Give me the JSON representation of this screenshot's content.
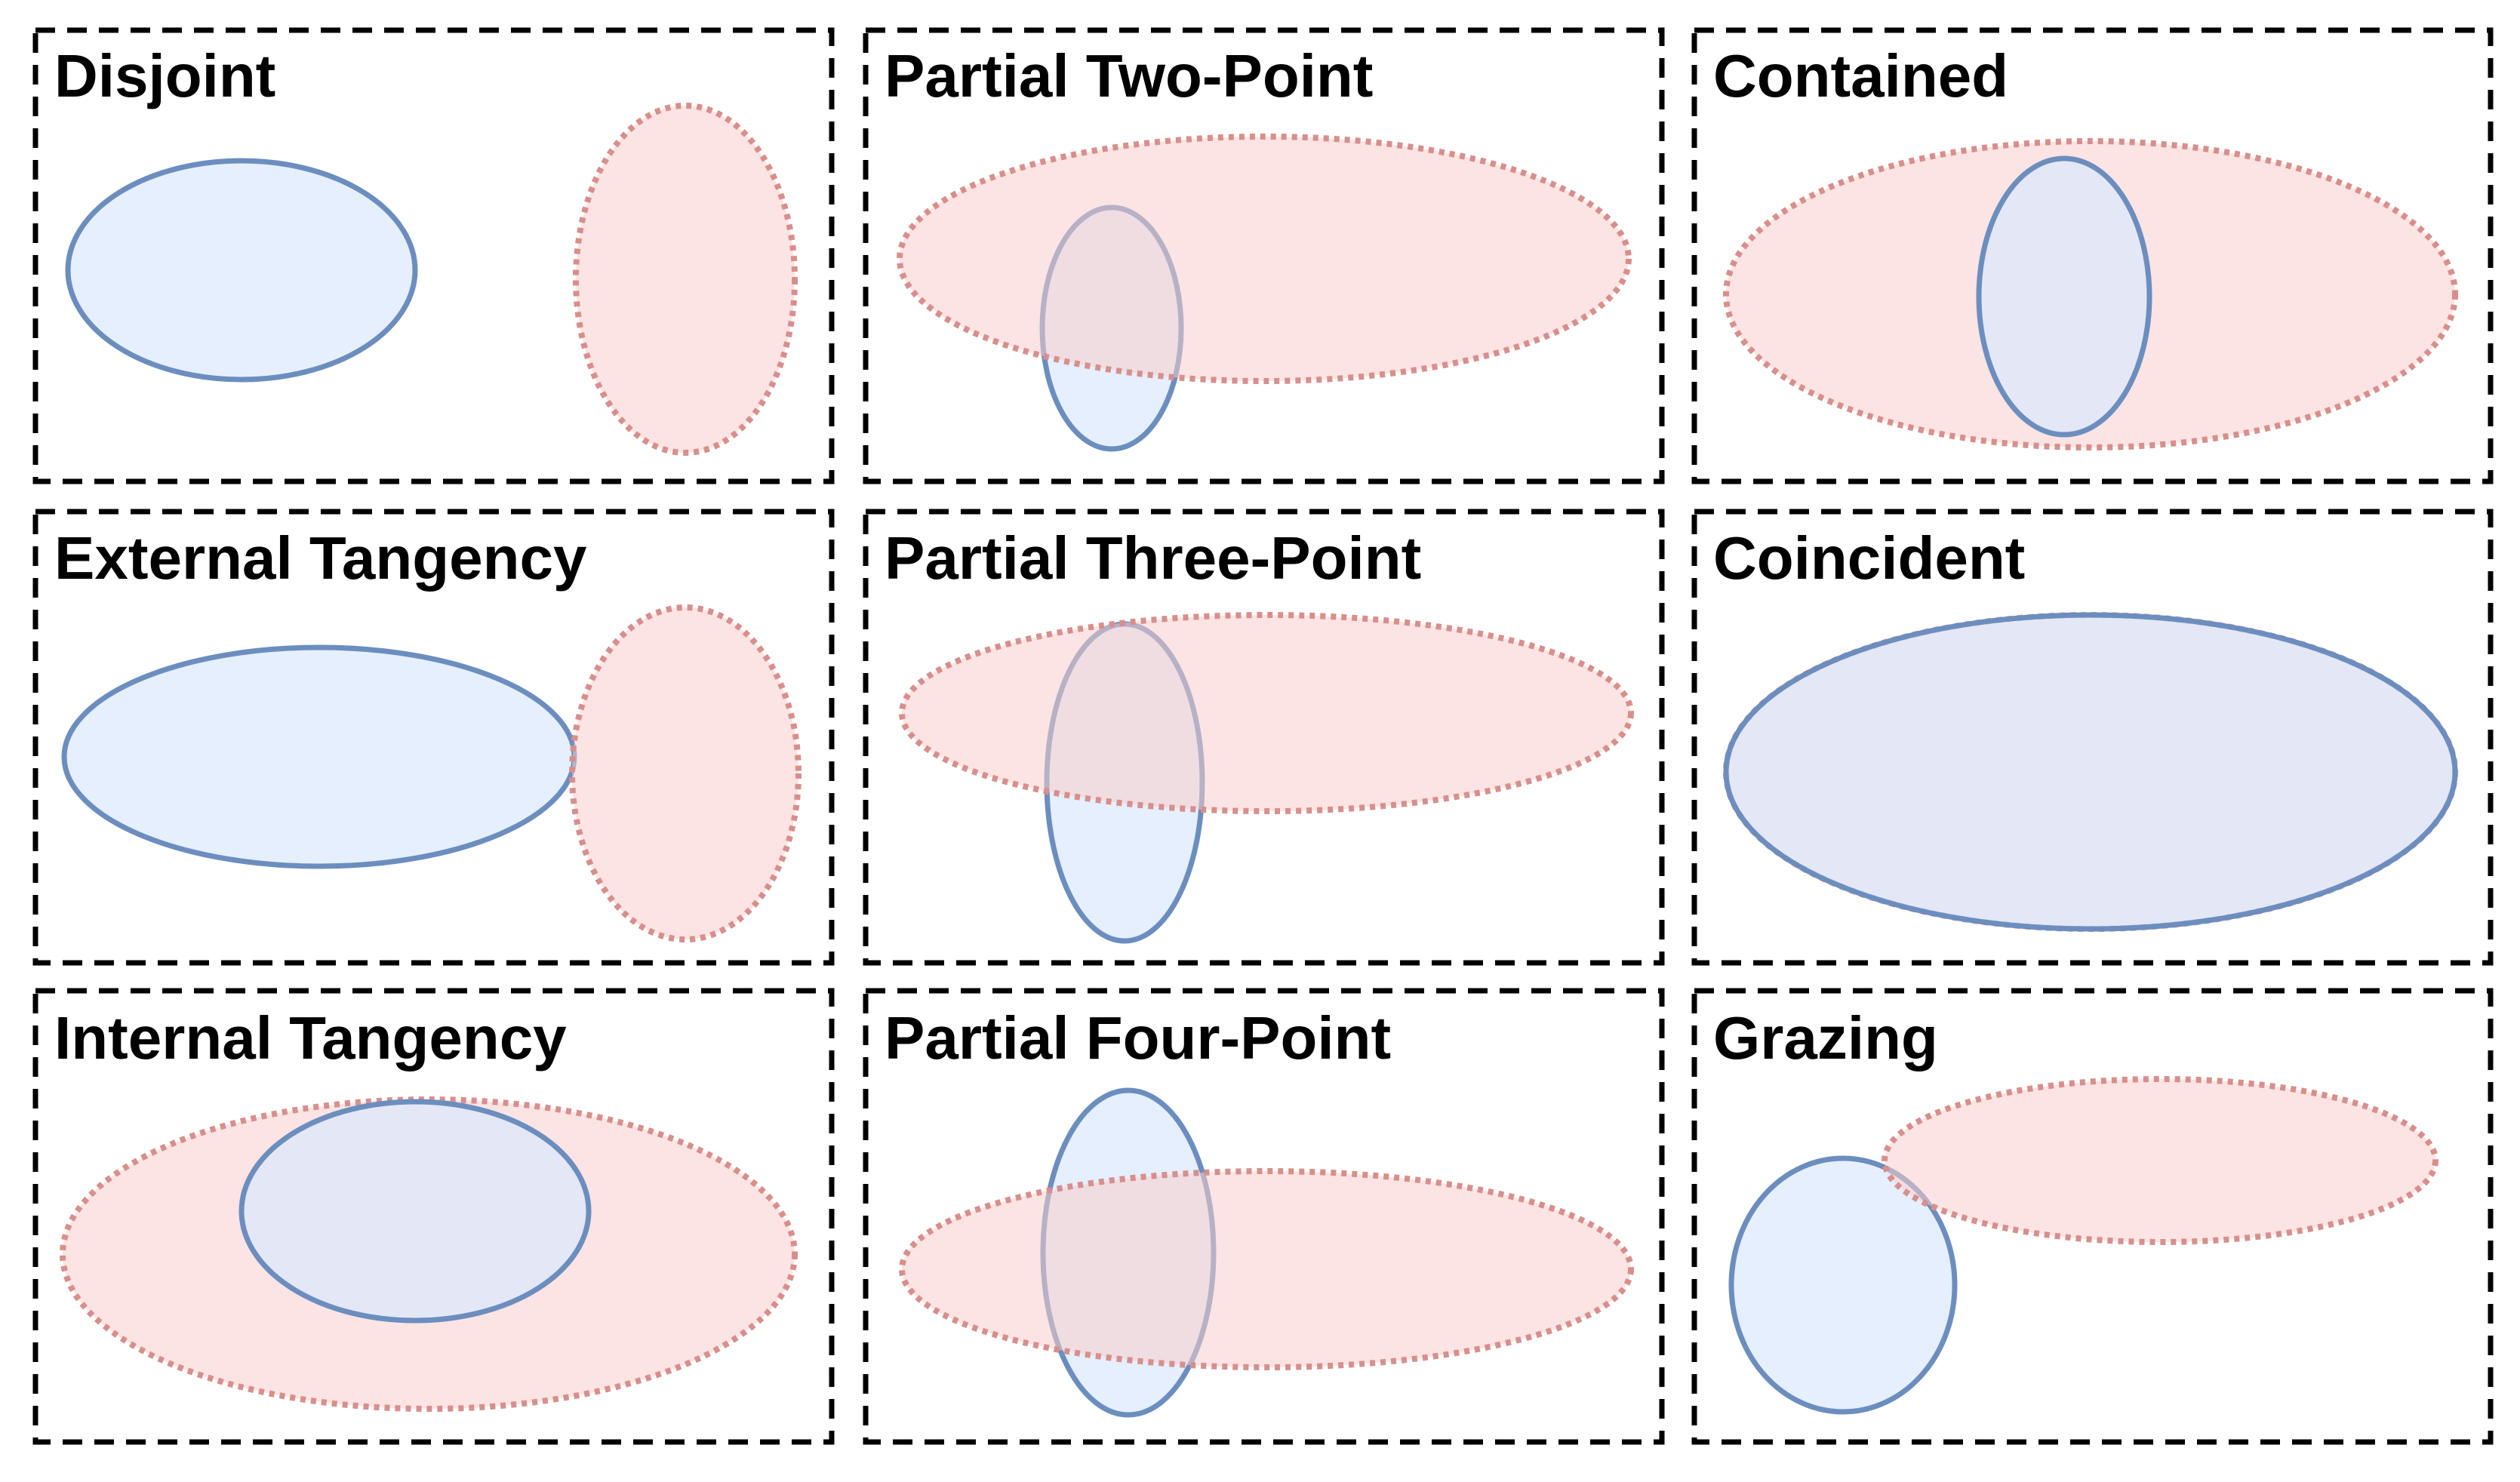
{
  "colors": {
    "blue_fill": "#dae8fc",
    "blue_stroke": "#6c8ebf",
    "red_fill": "#f8cecc",
    "red_stroke": "#d88f8c",
    "panel_border": "#000000",
    "title_text": "#000000",
    "background": "#ffffff"
  },
  "panels": [
    {
      "id": "disjoint",
      "title": "Disjoint"
    },
    {
      "id": "partial-two-point",
      "title": "Partial Two-Point"
    },
    {
      "id": "contained",
      "title": "Contained"
    },
    {
      "id": "external-tangency",
      "title": "External Tangency"
    },
    {
      "id": "partial-three-point",
      "title": "Partial Three-Point"
    },
    {
      "id": "coincident",
      "title": "Coincident"
    },
    {
      "id": "internal-tangency",
      "title": "Internal Tangency"
    },
    {
      "id": "partial-four-point",
      "title": "Partial Four-Point"
    },
    {
      "id": "grazing",
      "title": "Grazing"
    }
  ]
}
